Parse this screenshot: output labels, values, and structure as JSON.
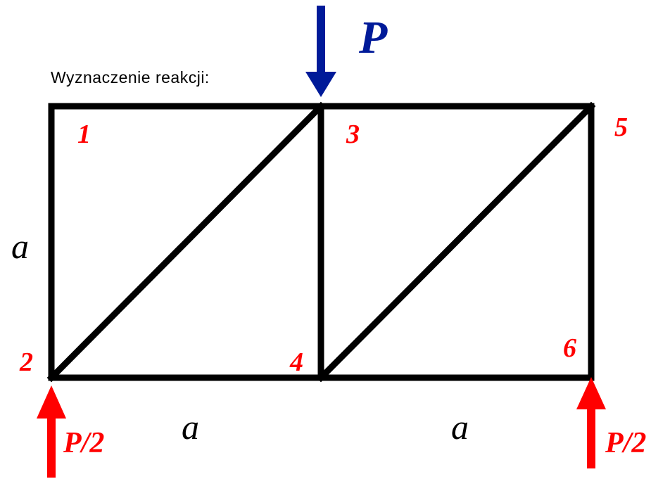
{
  "caption": "Wyznaczenie reakcji:",
  "nodes": [
    "1",
    "2",
    "3",
    "4",
    "5",
    "6"
  ],
  "dimensions": {
    "height": "a",
    "left_span": "a",
    "right_span": "a"
  },
  "load": {
    "label": "P",
    "direction": "down",
    "applied_at_node": "3"
  },
  "reactions": [
    {
      "label": "P/2",
      "direction": "up",
      "node": "2"
    },
    {
      "label": "P/2",
      "direction": "up",
      "node": "6"
    }
  ],
  "members": [
    [
      "1",
      "3"
    ],
    [
      "3",
      "5"
    ],
    [
      "1",
      "2"
    ],
    [
      "2",
      "4"
    ],
    [
      "4",
      "6"
    ],
    [
      "3",
      "4"
    ],
    [
      "5",
      "6"
    ],
    [
      "2",
      "3"
    ],
    [
      "4",
      "5"
    ]
  ],
  "colors": {
    "members": "#000000",
    "node_labels": "#ff0000",
    "load_arrow": "#001a99",
    "reaction_arrows": "#ff0000",
    "text": "#000000"
  }
}
